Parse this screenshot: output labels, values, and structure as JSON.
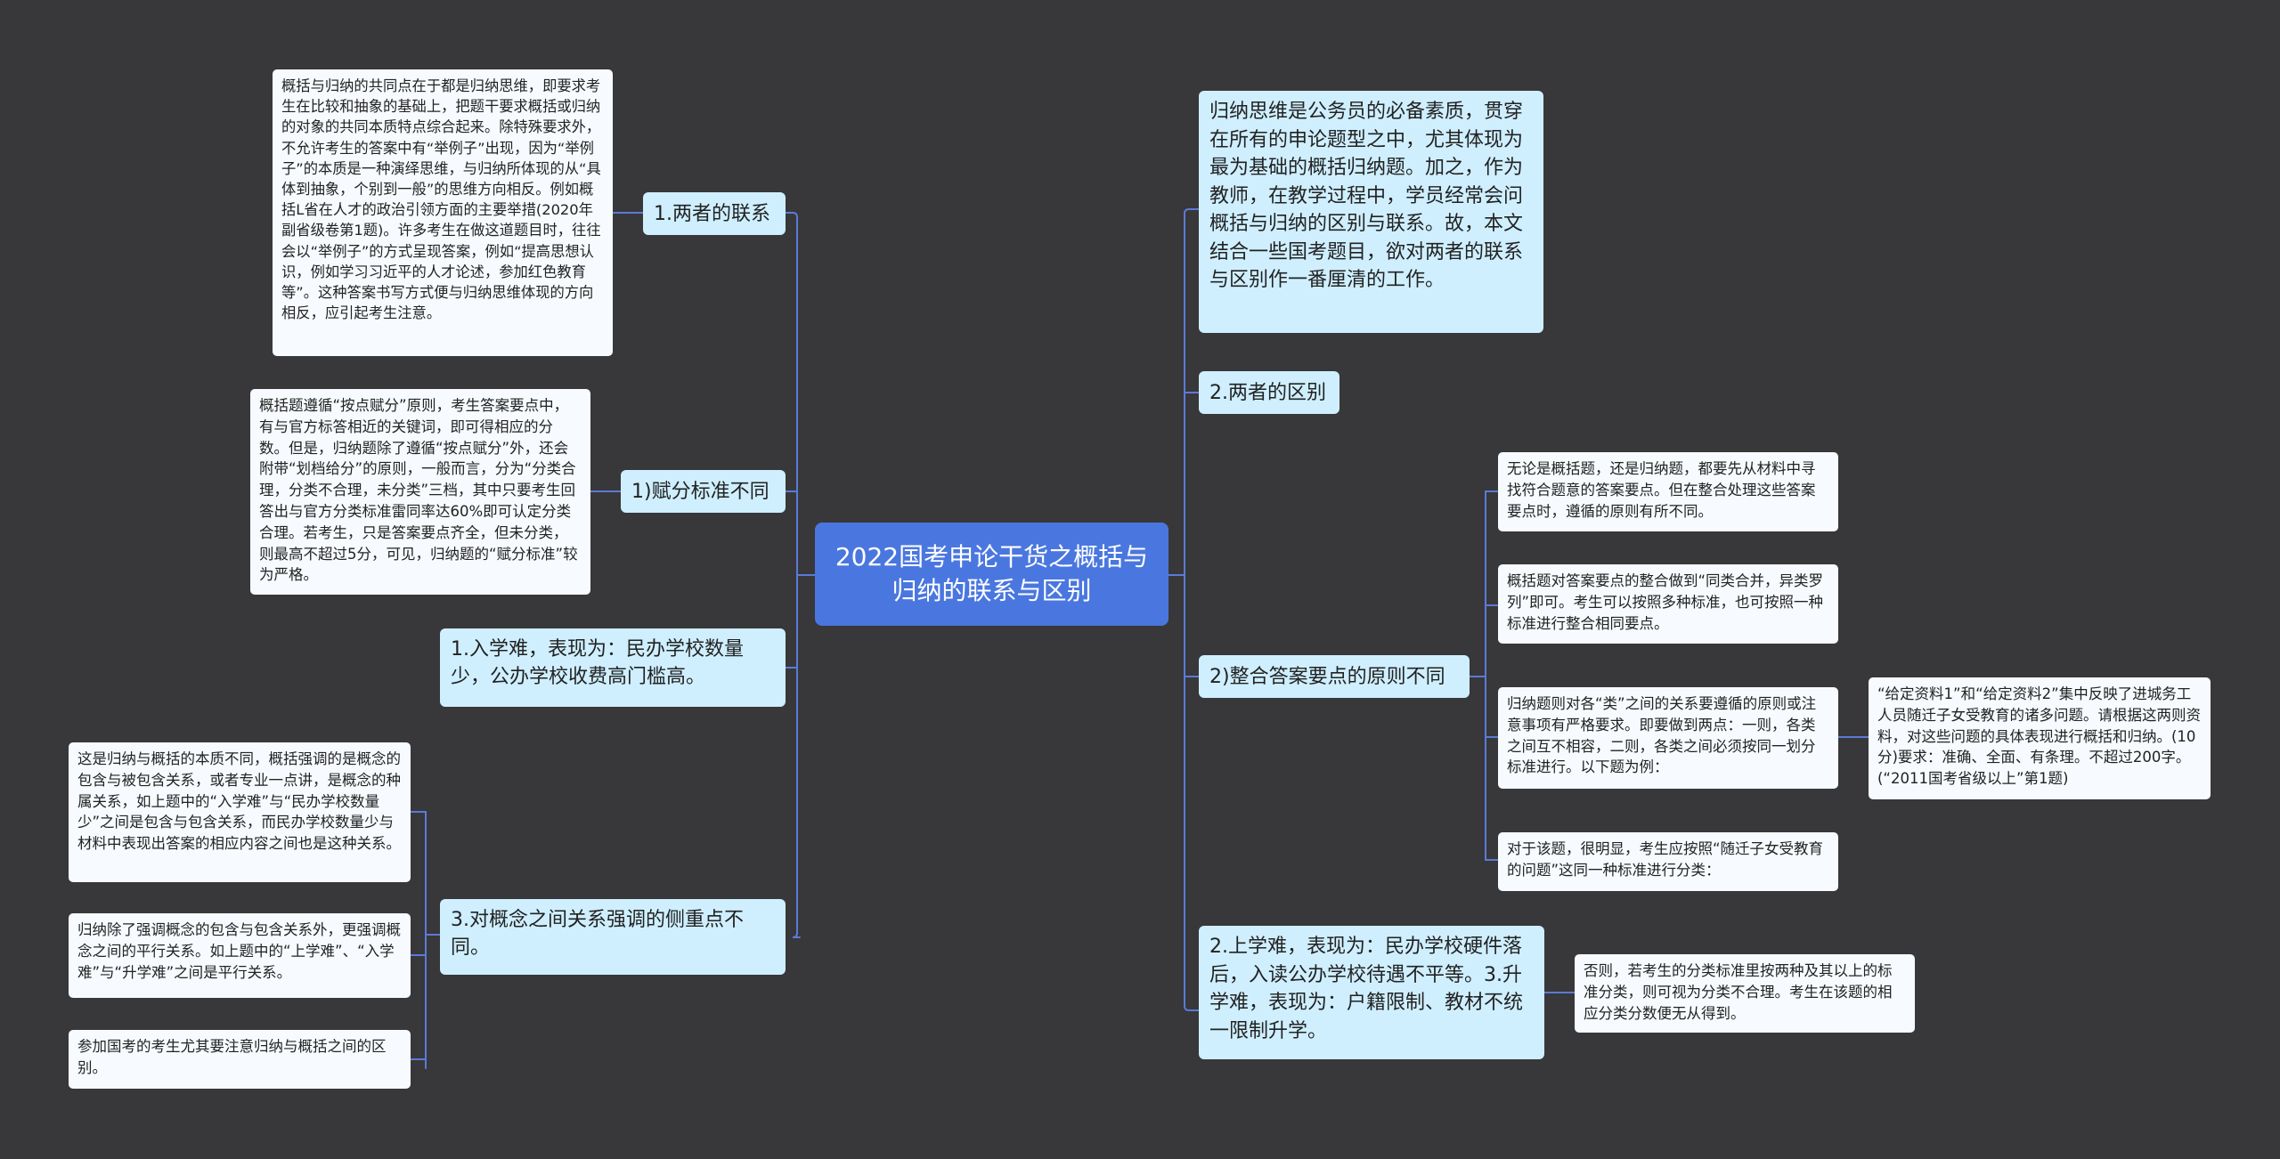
{
  "root": {
    "title": "2022国考申论干货之概括与归纳的联系与区别"
  },
  "left": {
    "relation": {
      "label": "1.两者的联系",
      "detail": "概括与归纳的共同点在于都是归纳思维，即要求考生在比较和抽象的基础上，把题干要求概括或归纳的对象的共同本质特点综合起来。除特殊要求外，不允许考生的答案中有“举例子”出现，因为“举例子”的本质是一种演绎思维，与归纳所体现的从“具体到抽象，个别到一般”的思维方向相反。例如概括L省在人才的政治引领方面的主要举措(2020年副省级卷第1题)。许多考生在做这道题目时，往往会以“举例子”的方式呈现答案，例如“提高思想认识，例如学习习近平的人才论述，参加红色教育等”。这种答案书写方式便与归纳思维体现的方向相反，应引起考生注意。"
    },
    "scoring": {
      "label": "1)赋分标准不同",
      "detail": "概括题遵循“按点赋分”原则，考生答案要点中，有与官方标答相近的关键词，即可得相应的分数。但是，归纳题除了遵循“按点赋分”外，还会附带“划档给分”的原则，一般而言，分为“分类合理，分类不合理，未分类”三档，其中只要考生回答出与官方分类标准雷同率达60%即可认定分类合理。若考生，只是答案要点齐全，但未分类，则最高不超过5分，可见，归纳题的“赋分标准”较为严格。"
    },
    "enroll": {
      "label": "1.入学难，表现为：民办学校数量少，公办学校收费高门槛高。"
    },
    "concept": {
      "label": "3.对概念之间关系强调的侧重点不同。",
      "details": [
        "这是归纳与概括的本质不同，概括强调的是概念的包含与被包含关系，或者专业一点讲，是概念的种属关系，如上题中的“入学难”与“民办学校数量少”之间是包含与包含关系，而民办学校数量少与材料中表现出答案的相应内容之间也是这种关系。",
        "归纳除了强调概念的包含与包含关系外，更强调概念之间的平行关系。如上题中的“上学难”、“入学难”与“升学难”之间是平行关系。",
        "参加国考的考生尤其要注意归纳与概括之间的区别。"
      ]
    }
  },
  "right": {
    "intro": {
      "label": "归纳思维是公务员的必备素质，贯穿在所有的申论题型之中，尤其体现为最为基础的概括归纳题。加之，作为教师，在教学过程中，学员经常会问概括与归纳的区别与联系。故，本文结合一些国考题目，欲对两者的联系与区别作一番厘清的工作。"
    },
    "difference": {
      "label": "2.两者的区别"
    },
    "principle": {
      "label": "2)整合答案要点的原则不同",
      "details": [
        "无论是概括题，还是归纳题，都要先从材料中寻找符合题意的答案要点。但在整合处理这些答案要点时，遵循的原则有所不同。",
        "概括题对答案要点的整合做到“同类合并，异类罗列”即可。考生可以按照多种标准，也可按照一种标准进行整合相同要点。",
        "归纳题则对各“类”之间的关系要遵循的原则或注意事项有严格要求。即要做到两点：一则，各类之间互不相容，二则，各类之间必须按同一划分标准进行。以下题为例：",
        "对于该题，很明显，考生应按照“随迁子女受教育的问题”这同一种标准进行分类："
      ],
      "example": "“给定资料1”和“给定资料2”集中反映了进城务工人员随迁子女受教育的诸多问题。请根据这两则资料，对这些问题的具体表现进行概括和归纳。(10分)要求：准确、全面、有条理。不超过200字。(“2011国考省级以上”第1题)"
    },
    "school": {
      "label": "2.上学难，表现为：民办学校硬件落后，入读公办学校待遇不平等。3.升学难，表现为：户籍限制、教材不统一限制升学。",
      "detail": "否则，若考生的分类标准里按两种及其以上的标准分类，则可视为分类不合理。考生在该题的相应分类分数便无从得到。"
    }
  },
  "colors": {
    "background": "#38373a",
    "root": "#4a77df",
    "branch": "#cfefff",
    "leaf": "#f7fbff",
    "line": "#5a7bd6"
  }
}
